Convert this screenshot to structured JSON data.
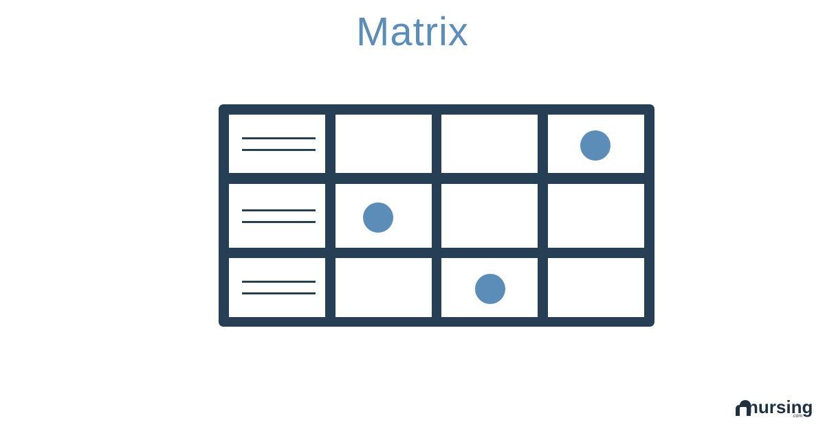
{
  "title": "Matrix",
  "colors": {
    "title": "#5b8db8",
    "frame": "#263f55",
    "dot": "#5b8db8",
    "lines": "#263f55",
    "logo": "#1f3040"
  },
  "matrix": {
    "rows": 3,
    "columns": 4,
    "row_header_icon": "text-lines-icon",
    "dot_icon": "filled-circle-icon",
    "cells": [
      [
        "lines",
        "empty",
        "empty",
        "dot"
      ],
      [
        "lines",
        "dot",
        "empty",
        "empty"
      ],
      [
        "lines",
        "empty",
        "dot",
        "empty"
      ]
    ]
  },
  "logo": {
    "word": "nursing",
    "sub": ".com",
    "icon": "cloud-n-icon"
  }
}
